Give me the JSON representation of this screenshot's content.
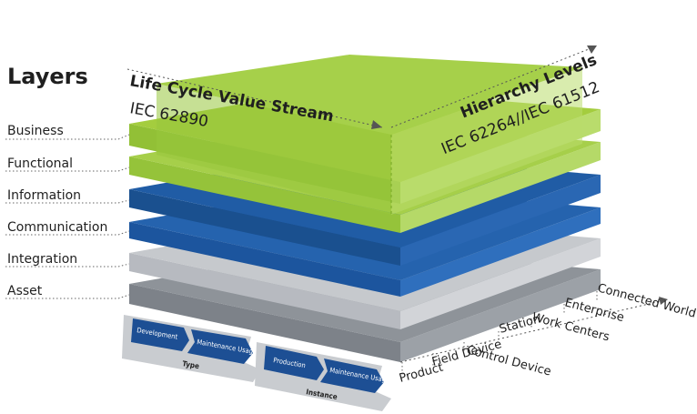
{
  "title": "Layers",
  "layers": [
    "Business",
    "Functional",
    "Information",
    "Communication",
    "Integration",
    "Asset"
  ],
  "axes": {
    "lifecycle": {
      "label": "Life Cycle Value Stream",
      "standard": "IEC 62890"
    },
    "hierarchy": {
      "label": "Hierarchy Levels",
      "standard": "IEC 62264//IEC 61512"
    }
  },
  "hierarchy_levels": [
    "Product",
    "Field Device",
    "Control Device",
    "Station",
    "Work Centers",
    "Enterprise",
    "Connected World"
  ],
  "lifecycle_groups": [
    {
      "name": "Type",
      "steps": [
        "Development",
        "Maintenance Usage"
      ]
    },
    {
      "name": "Instance",
      "steps": [
        "Production",
        "Maintenance Usage"
      ]
    }
  ],
  "colors": {
    "green_top": "#a4cd3e",
    "green_side": "#8fbd34",
    "green_light": "#c2e07c",
    "blue": "#1f5fad",
    "blue_dark": "#184a8c",
    "grey_light": "#c3c6cb",
    "grey_dark": "#868b92",
    "arrow_blue": "#1d4f94",
    "text": "#1f1f1f"
  }
}
